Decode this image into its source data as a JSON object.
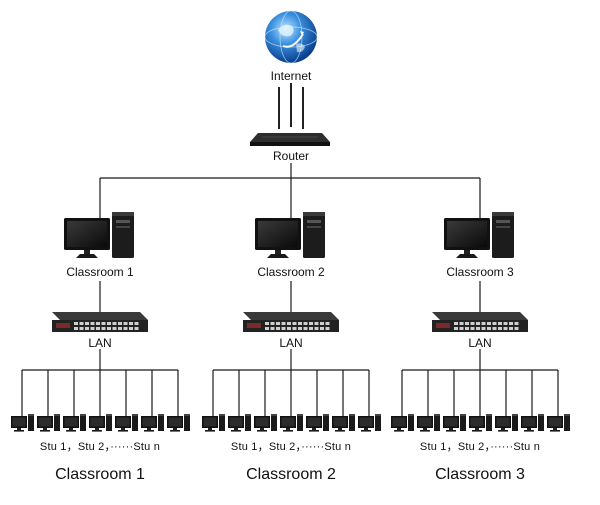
{
  "labels": {
    "internet": "Internet",
    "router": "Router"
  },
  "classrooms": [
    {
      "pc_label": "Classroom 1",
      "switch_label": "LAN",
      "students_label": "Stu 1，Stu 2，······Stu n",
      "caption": "Classroom 1"
    },
    {
      "pc_label": "Classroom 2",
      "switch_label": "LAN",
      "students_label": "Stu 1，Stu 2，······Stu n",
      "caption": "Classroom 2"
    },
    {
      "pc_label": "Classroom 3",
      "switch_label": "LAN",
      "students_label": "Stu 1，Stu 2，······Stu n",
      "caption": "Classroom 3"
    }
  ],
  "icons": {
    "internet": "globe-icon",
    "router": "router-icon",
    "teacher_pc": "desktop-computer-icon",
    "switch": "network-switch-icon",
    "student_pc": "student-computer-icon"
  },
  "students_per_classroom": 7,
  "colors": {
    "line": "#1a1a1a",
    "globe": "#1e6fd0",
    "device": "#2a2a2a"
  }
}
